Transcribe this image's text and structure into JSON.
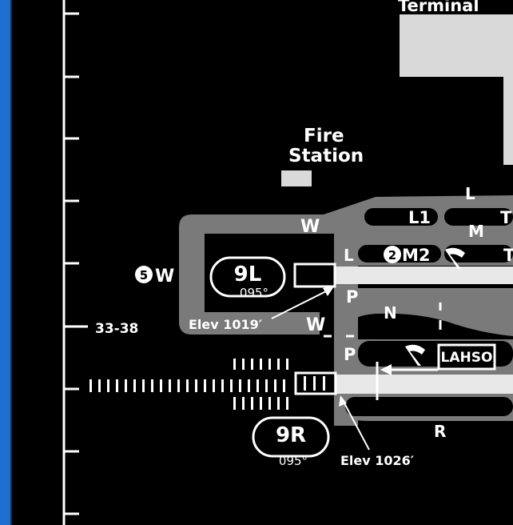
{
  "colors": {
    "background": "#000000",
    "pavement": "#7a7a7a",
    "runway": "#e8e8e8",
    "building": "#d9d9d9",
    "ink": "#ffffff",
    "window_edge": "#1e6fd0"
  },
  "labels": {
    "terminal": "Terminal",
    "fire_station_line1": "Fire",
    "fire_station_line2": "Station",
    "scale_value": "33-38",
    "runway_9l": "9L",
    "runway_9l_heading": "095°",
    "runway_9r": "9R",
    "runway_9r_heading": "095°",
    "elev_9l": "Elev 1019′",
    "elev_9r": "Elev 1026′",
    "hotspot_number": "5",
    "hotspot_taxiway": "W",
    "m2_hotspot_number": "2",
    "lahso": "LAHSO"
  },
  "taxiways": {
    "w_north": "W",
    "w_south": "W",
    "l_top": "L",
    "l_mid": "L",
    "l1": "L1",
    "m": "M",
    "m2": "M2",
    "t_top": "T",
    "t_mid": "T",
    "p_north": "P",
    "p_south": "P",
    "n": "N",
    "r": "R"
  }
}
